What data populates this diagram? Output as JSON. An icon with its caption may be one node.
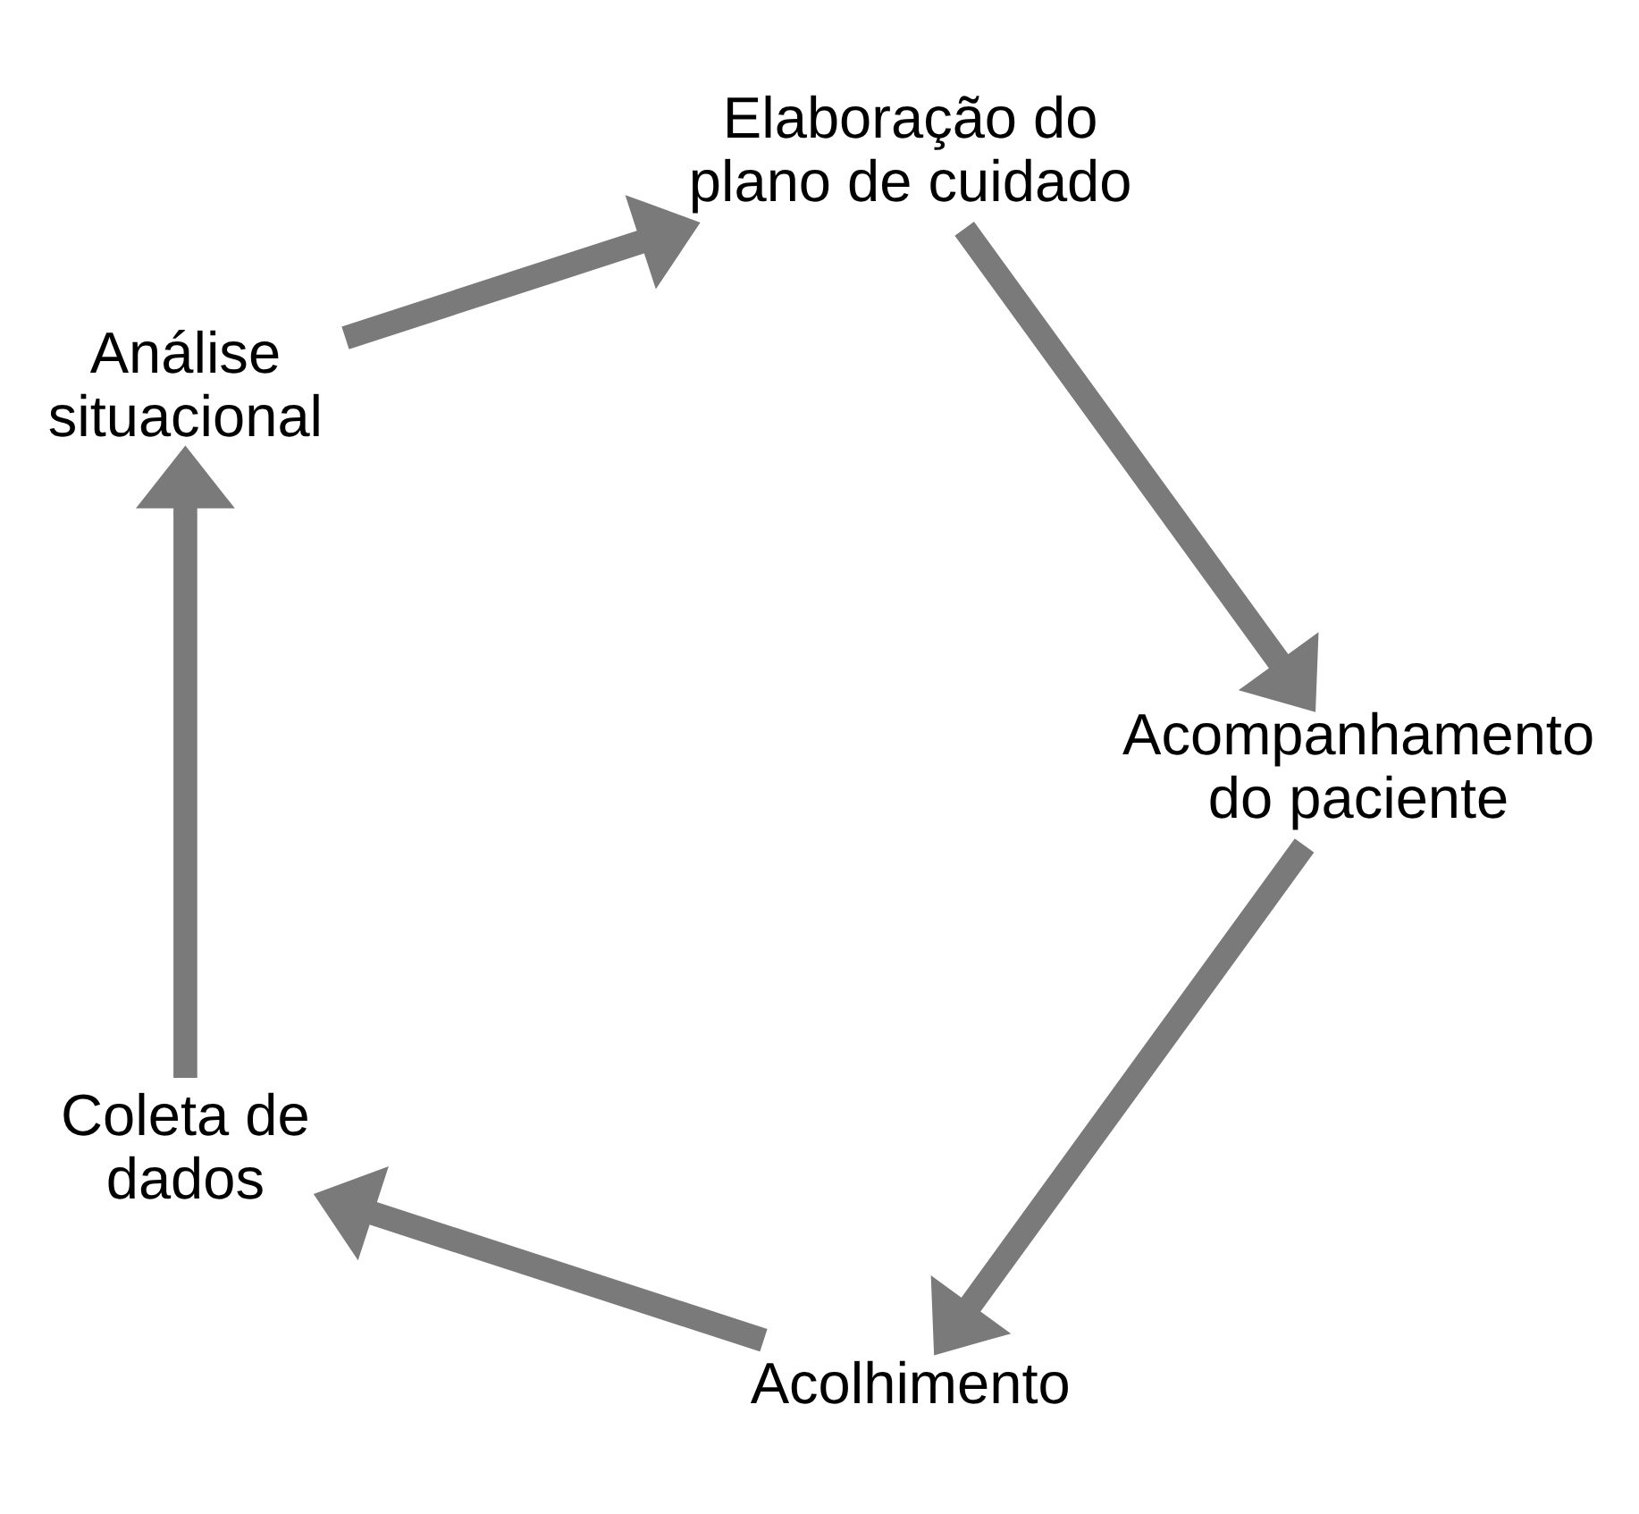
{
  "diagram": {
    "nodes": [
      {
        "text": [
          "Acolhimento"
        ]
      },
      {
        "text": [
          "Coleta de dados"
        ]
      },
      {
        "text": [
          "Análise situacional"
        ]
      },
      {
        "text": [
          "Elaboração do plano de cuidado"
        ]
      },
      {
        "text": [
          "Acompanhamento do paciente"
        ]
      }
    ],
    "edges": [
      {
        "from": 0,
        "to": 1,
        "arrow": "to"
      },
      {
        "from": 1,
        "to": 2,
        "arrow": "to"
      },
      {
        "from": 2,
        "to": 3,
        "arrow": "to"
      },
      {
        "from": 3,
        "to": 4,
        "arrow": "to"
      },
      {
        "from": 4,
        "to": 0,
        "arrow": "to"
      }
    ]
  }
}
